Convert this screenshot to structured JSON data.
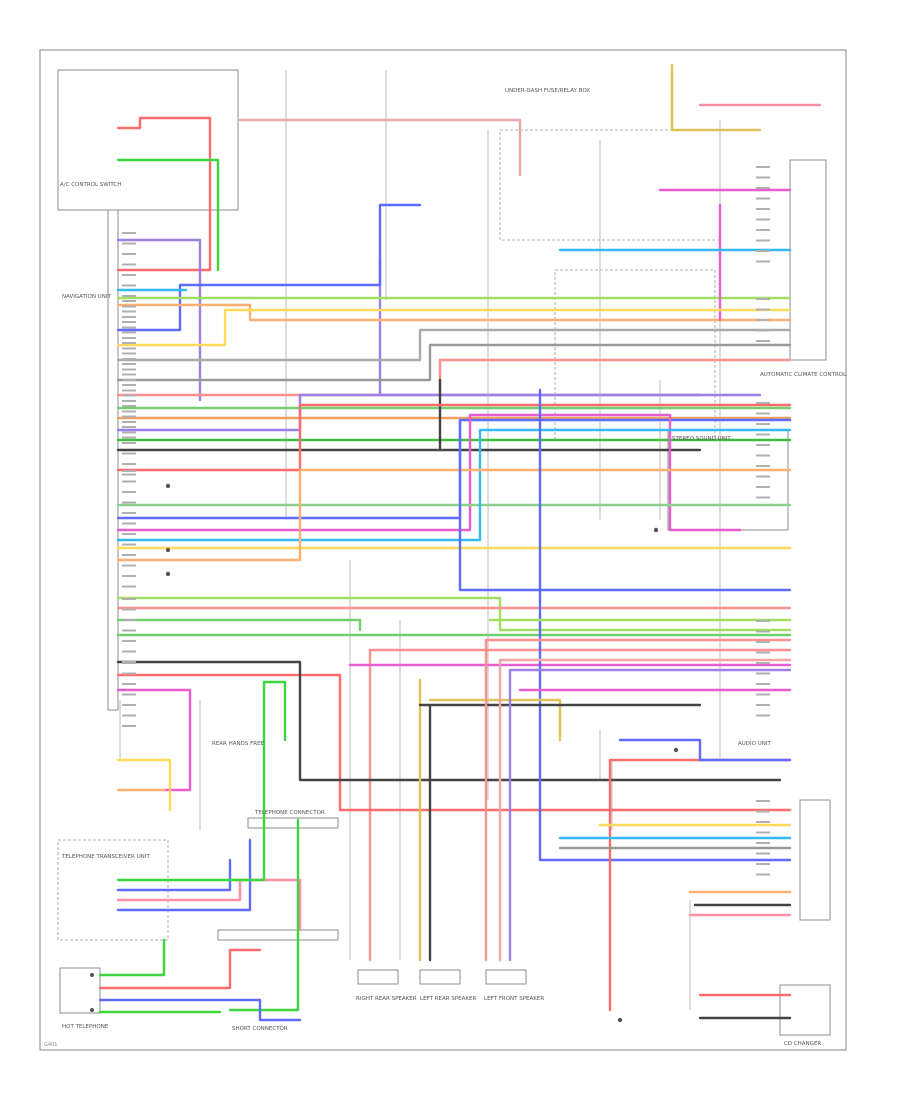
{
  "component_labels": {
    "ac_control": "A/C CONTROL SWITCH",
    "auto_climate": "AUTOMATIC CLIMATE CONTROL",
    "navigation": "NAVIGATION UNIT",
    "tel_transceiver": "TELEPHONE TRANSCEIVER UNIT",
    "tel_connector": "TELEPHONE CONNECTOR",
    "rear_handsfree": "REAR HANDS FREE",
    "hot_telephone": "HOT TELEPHONE",
    "right_rear_speaker": "RIGHT REAR SPEAKER",
    "left_rear_speaker": "LEFT REAR SPEAKER",
    "left_front_speaker": "LEFT FRONT SPEAKER",
    "stereo_unit": "STEREO SOUND UNIT",
    "audio_unit": "AUDIO UNIT",
    "cd_changer": "CD CHANGER",
    "short_connector": "SHORT CONNECTOR",
    "under_dash_fuse": "UNDER-DASH FUSE/RELAY BOX",
    "ground": "G401"
  }
}
